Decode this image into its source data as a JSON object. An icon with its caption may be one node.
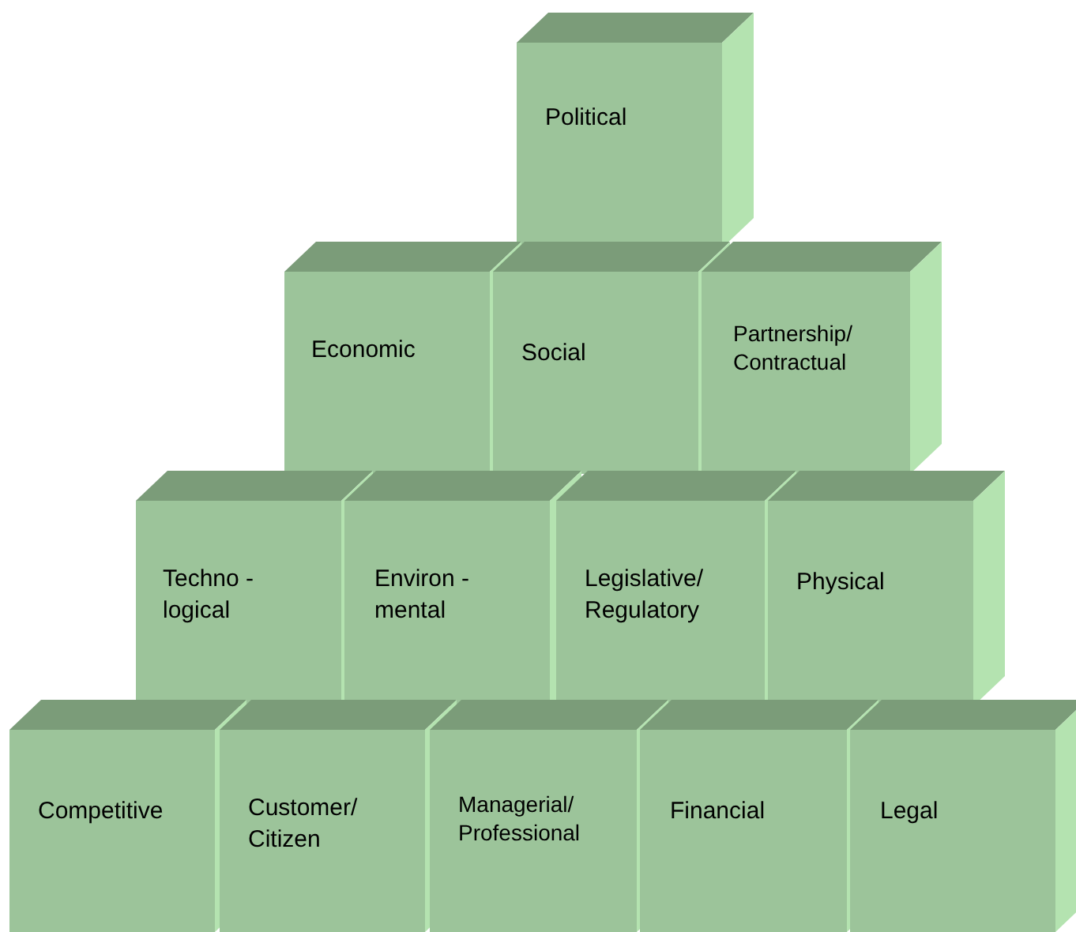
{
  "diagram": {
    "nodes": [
      {
        "text": [
          "Political"
        ]
      },
      {
        "text": [
          "Economic"
        ]
      },
      {
        "text": [
          "Social"
        ]
      },
      {
        "text": [
          "Partnership/ Contractual"
        ]
      },
      {
        "text": [
          "Techno - logical"
        ]
      },
      {
        "text": [
          "Environ - mental"
        ]
      },
      {
        "text": [
          "Legislative/ Regulatory"
        ]
      },
      {
        "text": [
          "Physical"
        ]
      },
      {
        "text": [
          "Competitive"
        ]
      },
      {
        "text": [
          "Customer/ Citizen"
        ]
      },
      {
        "text": [
          "Managerial/ Professional"
        ]
      },
      {
        "text": [
          "Financial"
        ]
      },
      {
        "text": [
          "Legal"
        ]
      }
    ]
  }
}
